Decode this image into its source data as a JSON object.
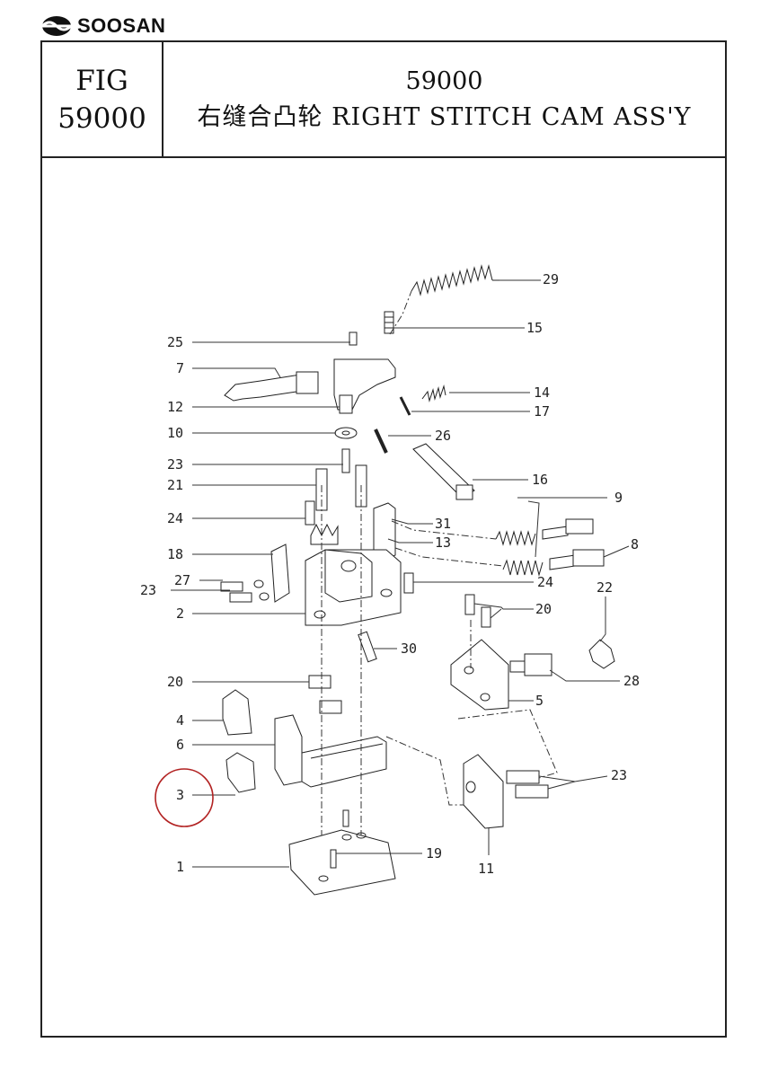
{
  "brand": {
    "name": "SOOSAN",
    "logo_icon": "soosan-logo-icon"
  },
  "header": {
    "fig_label": "FIG",
    "fig_number": "59000",
    "title_number": "59000",
    "title_name": "右缝合凸轮  RIGHT STITCH CAM ASS'Y"
  },
  "diagram": {
    "callouts": [
      "29",
      "15",
      "25",
      "7",
      "14",
      "12",
      "17",
      "10",
      "26",
      "23",
      "21",
      "16",
      "9",
      "24",
      "31",
      "13",
      "18",
      "8",
      "27",
      "23",
      "24",
      "22",
      "2",
      "20",
      "30",
      "28",
      "20",
      "5",
      "4",
      "6",
      "23",
      "3",
      "19",
      "1",
      "11"
    ],
    "highlighted_callout": "3",
    "highlight_color": "#b22222"
  }
}
